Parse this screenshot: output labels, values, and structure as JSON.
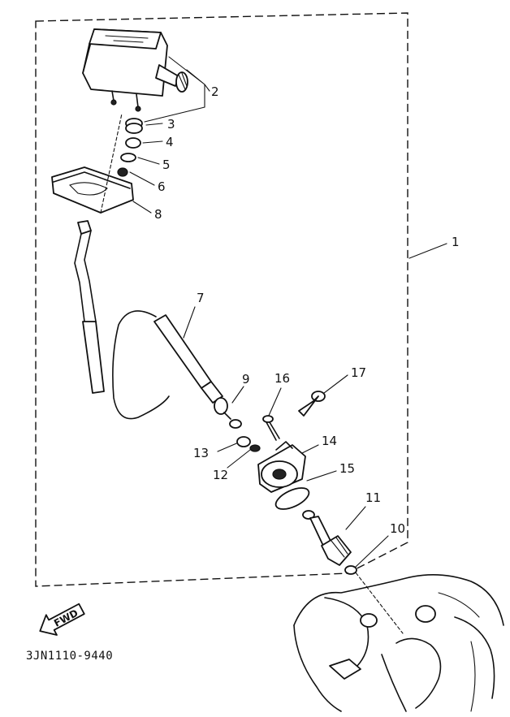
{
  "diagram": {
    "part_labels": {
      "p1": "1",
      "p2": "2",
      "p3": "3",
      "p4": "4",
      "p5": "5",
      "p6": "6",
      "p7": "7",
      "p8": "8",
      "p9": "9",
      "p10": "10",
      "p11": "11",
      "p12": "12",
      "p13": "13",
      "p14": "14",
      "p15": "15",
      "p16": "16",
      "p17": "17"
    },
    "direction_arrow_text": "FWD",
    "diagram_code": "3JN1110-9440"
  }
}
